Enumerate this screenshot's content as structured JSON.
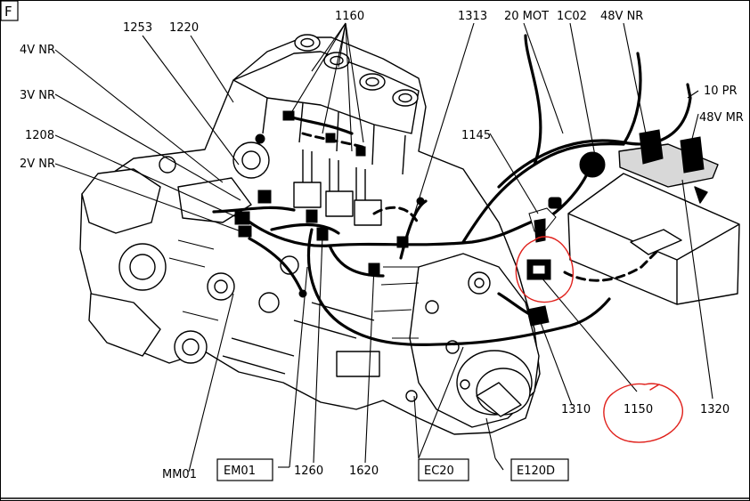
{
  "diagram": {
    "section_letter": "F",
    "labels": {
      "l1253": "1253",
      "l1220": "1220",
      "l1160": "1160",
      "l1313": "1313",
      "l20mot": "20 MOT",
      "l1c02": "1C02",
      "l48vnr": "48V NR",
      "l10pr": "10 PR",
      "l48vmr": "48V MR",
      "l4vnr": "4V NR",
      "l3vnr": "3V NR",
      "l1208": "1208",
      "l2vnr": "2V NR",
      "l1145": "1145",
      "l1310": "1310",
      "l1150": "1150",
      "l1320": "1320",
      "lmm01": "MM01",
      "lem01": "EM01",
      "l1260": "1260",
      "l1620": "1620",
      "lec20": "EC20",
      "le120d": "E120D"
    },
    "annotation_color": "#e0201b"
  }
}
